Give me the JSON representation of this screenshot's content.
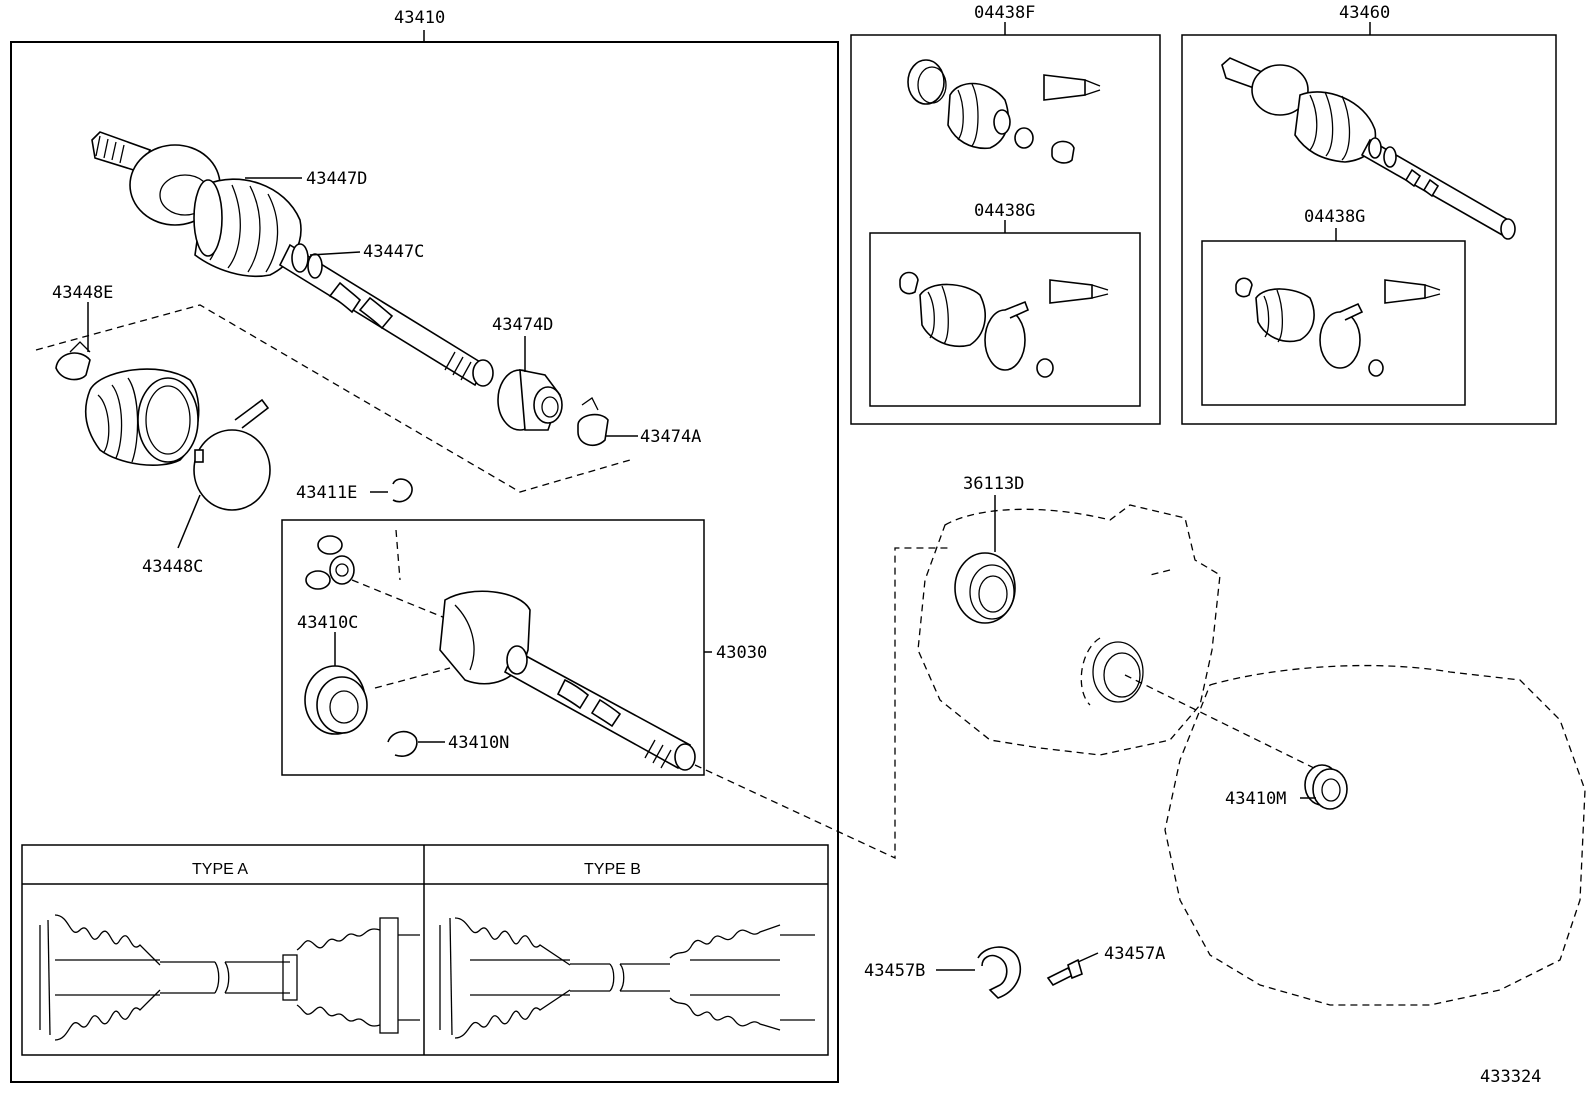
{
  "labels": {
    "assy_main": "43410",
    "kit_f": "04438F",
    "assy_rh": "43460",
    "kit_g_left": "04438G",
    "kit_g_right": "04438G",
    "p43447D": "43447D",
    "p43447C": "43447C",
    "p43448E": "43448E",
    "p43474D": "43474D",
    "p43474A": "43474A",
    "p43448C": "43448C",
    "p43411E": "43411E",
    "p43410C": "43410C",
    "p43030": "43030",
    "p43410N": "43410N",
    "p36113D": "36113D",
    "p43410M": "43410M",
    "p43457B": "43457B",
    "p43457A": "43457A",
    "type_a": "TYPE A",
    "type_b": "TYPE B",
    "figure_id": "433324"
  }
}
